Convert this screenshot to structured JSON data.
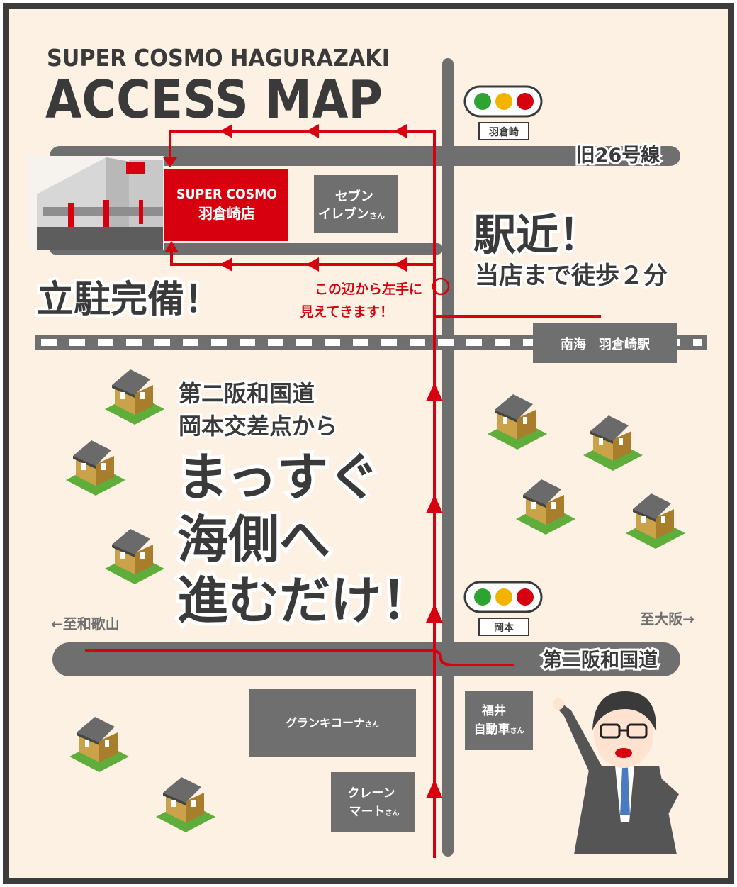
{
  "header": {
    "subtitle": "SUPER COSMO HAGURAZAKI",
    "title": "ACCESS MAP"
  },
  "store": {
    "name_line1": "SUPER COSMO",
    "name_line2": "羽倉崎店",
    "color": "#d6000f"
  },
  "landmarks": {
    "seven_eleven": {
      "line1": "セブン",
      "line2": "イレブン",
      "suffix": "さん"
    },
    "grandkikona": {
      "line1": "グランキコーナ",
      "suffix": "さん"
    },
    "fukui": {
      "line1": "福井",
      "line2": "自動車",
      "suffix": "さん"
    },
    "crane": {
      "line1": "クレーン",
      "line2": "マート",
      "suffix": "さん"
    }
  },
  "roads": {
    "old26": "旧26号線",
    "hanwa": "第二阪和国道",
    "to_wakayama": "←至和歌山",
    "to_osaka": "至大阪→"
  },
  "signals": {
    "top_label": "羽倉崎",
    "bottom_label": "岡本",
    "colors": [
      "#2fa332",
      "#f2b400",
      "#d6000f"
    ]
  },
  "station": {
    "label": "南海　羽倉崎駅"
  },
  "callouts": {
    "parking": "立駐完備！",
    "station_near_line1": "駅近！",
    "station_near_line2": "当店まで徒歩２分",
    "see_left_line1": "この辺から左手に",
    "see_left_line2": "見えてきます！",
    "direction_line1": "第二阪和国道",
    "direction_line2": "岡本交差点から",
    "direction_line3": "まっすぐ",
    "direction_line4": "海側へ",
    "direction_line5": "進むだけ！"
  },
  "colors": {
    "background": "#fdf1e3",
    "road": "#6f6f6f",
    "route": "#d6000f",
    "text_dark": "#3a3a3a"
  }
}
